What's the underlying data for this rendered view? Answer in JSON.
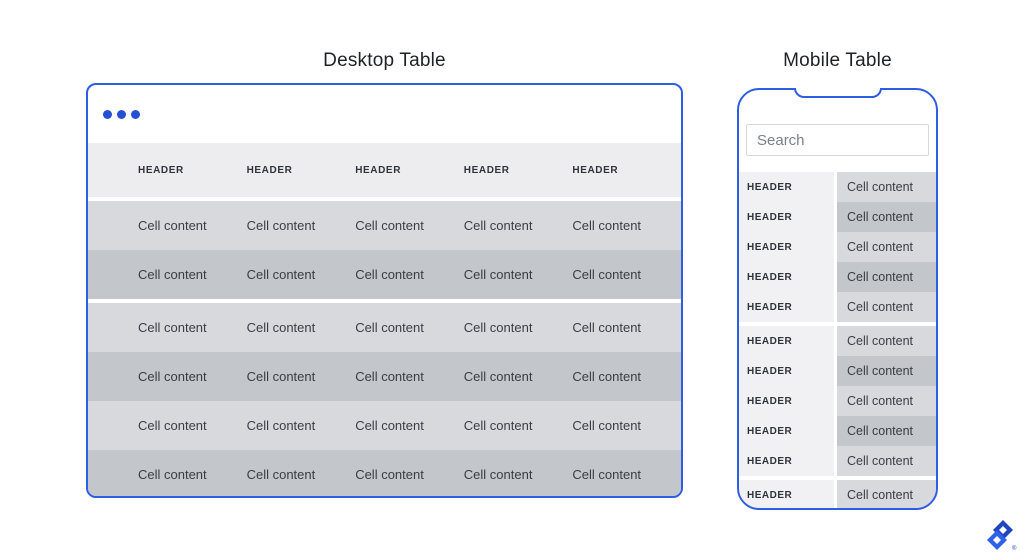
{
  "colors": {
    "accent_blue": "#2e5ce2",
    "dot_blue": "#2450d4",
    "header_bg": "#ededef",
    "row_light": "#d7d9dc",
    "row_dark": "#c3c6ca",
    "mobile_header_col": "#f1f1f3",
    "search_border": "#d6d8db",
    "logo_dark_blue": "#1f45c0",
    "logo_light_blue": "#2e62e9"
  },
  "desktop": {
    "title": "Desktop Table",
    "window_icon": "three-dots",
    "columns": [
      "HEADER",
      "HEADER",
      "HEADER",
      "HEADER",
      "HEADER"
    ],
    "rows": [
      {
        "shade": "light",
        "gap_after": false,
        "cells": [
          "Cell content",
          "Cell content",
          "Cell content",
          "Cell content",
          "Cell content"
        ]
      },
      {
        "shade": "dark",
        "gap_after": true,
        "cells": [
          "Cell content",
          "Cell content",
          "Cell content",
          "Cell content",
          "Cell content"
        ]
      },
      {
        "shade": "light",
        "gap_after": false,
        "cells": [
          "Cell content",
          "Cell content",
          "Cell content",
          "Cell content",
          "Cell content"
        ]
      },
      {
        "shade": "dark",
        "gap_after": false,
        "cells": [
          "Cell content",
          "Cell content",
          "Cell content",
          "Cell content",
          "Cell content"
        ]
      },
      {
        "shade": "light",
        "gap_after": false,
        "cells": [
          "Cell content",
          "Cell content",
          "Cell content",
          "Cell content",
          "Cell content"
        ]
      },
      {
        "shade": "dark",
        "gap_after": false,
        "cells": [
          "Cell content",
          "Cell content",
          "Cell content",
          "Cell content",
          "Cell content"
        ]
      }
    ]
  },
  "mobile": {
    "title": "Mobile Table",
    "search": {
      "placeholder": "Search"
    },
    "rows": [
      {
        "header": "HEADER",
        "cell": "Cell content",
        "shade": "light",
        "gap_after": false
      },
      {
        "header": "HEADER",
        "cell": "Cell content",
        "shade": "dark",
        "gap_after": false
      },
      {
        "header": "HEADER",
        "cell": "Cell content",
        "shade": "light",
        "gap_after": false
      },
      {
        "header": "HEADER",
        "cell": "Cell content",
        "shade": "dark",
        "gap_after": false
      },
      {
        "header": "HEADER",
        "cell": "Cell content",
        "shade": "light",
        "gap_after": true
      },
      {
        "header": "HEADER",
        "cell": "Cell content",
        "shade": "light",
        "gap_after": false
      },
      {
        "header": "HEADER",
        "cell": "Cell content",
        "shade": "dark",
        "gap_after": false
      },
      {
        "header": "HEADER",
        "cell": "Cell content",
        "shade": "light",
        "gap_after": false
      },
      {
        "header": "HEADER",
        "cell": "Cell content",
        "shade": "dark",
        "gap_after": false
      },
      {
        "header": "HEADER",
        "cell": "Cell content",
        "shade": "light",
        "gap_after": true
      },
      {
        "header": "HEADER",
        "cell": "Cell content",
        "shade": "light",
        "gap_after": false
      }
    ]
  },
  "branding": {
    "logo": "toptal-logo",
    "registered_mark": "®"
  }
}
